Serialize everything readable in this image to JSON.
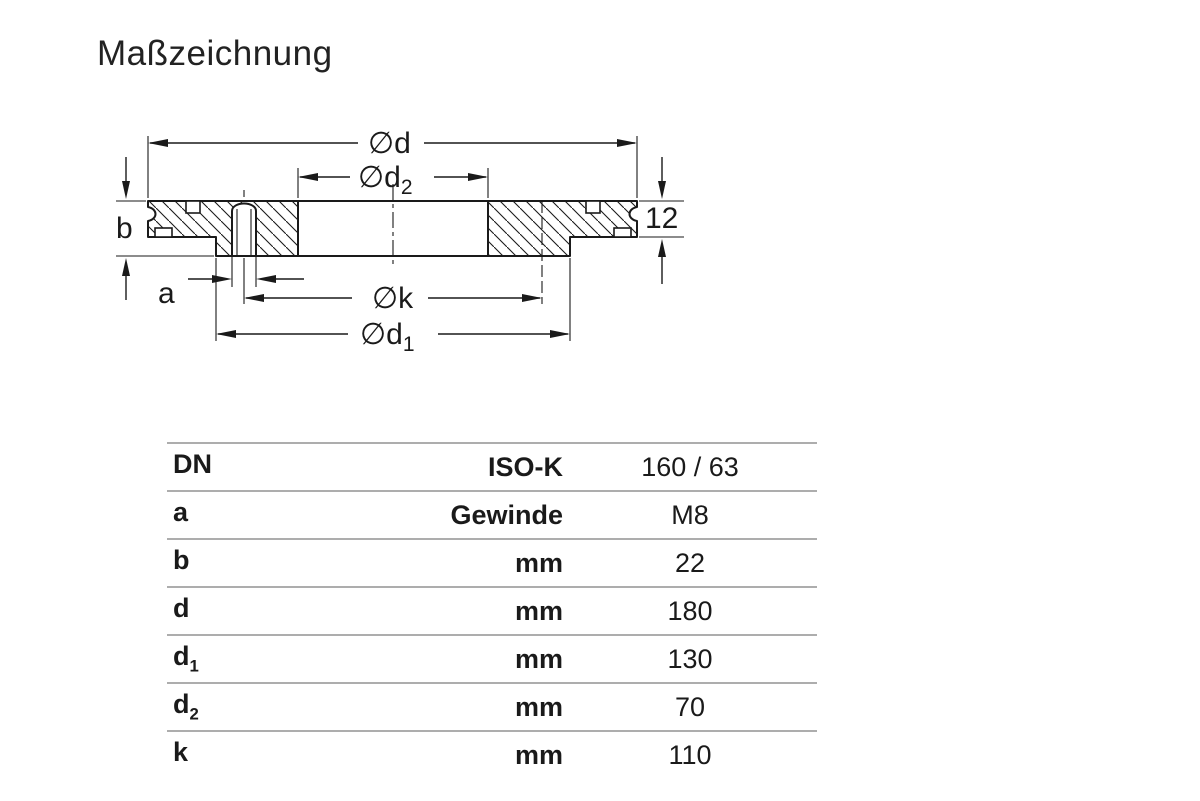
{
  "page": {
    "title": "Maßzeichnung",
    "background": "#ffffff",
    "line_color": "#1a1a1a",
    "table_line_color": "#adadad"
  },
  "drawing": {
    "type": "flange-cross-section",
    "labels": {
      "d": {
        "base": "∅d",
        "sub": ""
      },
      "d2": {
        "base": "∅d",
        "sub": "2"
      },
      "b": {
        "base": "b",
        "sub": ""
      },
      "thickness": {
        "base": "12",
        "sub": ""
      },
      "a": {
        "base": "a",
        "sub": ""
      },
      "k": {
        "base": "∅k",
        "sub": ""
      },
      "d1": {
        "base": "∅d",
        "sub": "1"
      }
    }
  },
  "table": {
    "rows": [
      {
        "sym": "DN",
        "sub": "",
        "unit": "ISO-K",
        "value": "160 / 63"
      },
      {
        "sym": "a",
        "sub": "",
        "unit": "Gewinde",
        "value": "M8"
      },
      {
        "sym": "b",
        "sub": "",
        "unit": "mm",
        "value": "22"
      },
      {
        "sym": "d",
        "sub": "",
        "unit": "mm",
        "value": "180"
      },
      {
        "sym": "d",
        "sub": "1",
        "unit": "mm",
        "value": "130"
      },
      {
        "sym": "d",
        "sub": "2",
        "unit": "mm",
        "value": "70"
      },
      {
        "sym": "k",
        "sub": "",
        "unit": "mm",
        "value": "110"
      }
    ]
  }
}
